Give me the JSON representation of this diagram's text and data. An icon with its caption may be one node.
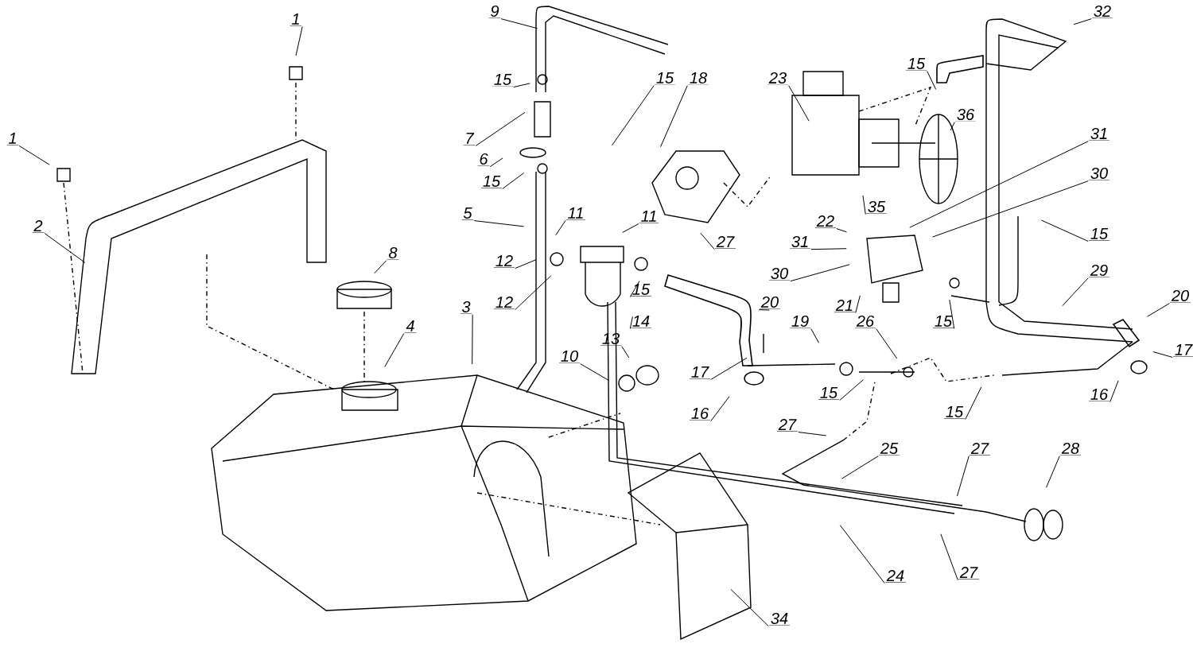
{
  "diagram": {
    "nodes": [
      {
        "text": [
          "1"
        ]
      },
      {
        "text": [
          "1"
        ]
      },
      {
        "text": [
          "2"
        ]
      },
      {
        "text": [
          "9"
        ]
      },
      {
        "text": [
          "15"
        ]
      },
      {
        "text": [
          "7"
        ]
      },
      {
        "text": [
          "6"
        ]
      },
      {
        "text": [
          "15"
        ]
      },
      {
        "text": [
          "5"
        ]
      },
      {
        "text": [
          "15"
        ]
      },
      {
        "text": [
          "18"
        ]
      },
      {
        "text": [
          "23"
        ]
      },
      {
        "text": [
          "15"
        ]
      },
      {
        "text": [
          "36"
        ]
      },
      {
        "text": [
          "32"
        ]
      },
      {
        "text": [
          "11"
        ]
      },
      {
        "text": [
          "11"
        ]
      },
      {
        "text": [
          "12"
        ]
      },
      {
        "text": [
          "12"
        ]
      },
      {
        "text": [
          "8"
        ]
      },
      {
        "text": [
          "3"
        ]
      },
      {
        "text": [
          "4"
        ]
      },
      {
        "text": [
          "35"
        ]
      },
      {
        "text": [
          "22"
        ]
      },
      {
        "text": [
          "31"
        ]
      },
      {
        "text": [
          "30"
        ]
      },
      {
        "text": [
          "31"
        ]
      },
      {
        "text": [
          "30"
        ]
      },
      {
        "text": [
          "15"
        ]
      },
      {
        "text": [
          "27"
        ]
      },
      {
        "text": [
          "15"
        ]
      },
      {
        "text": [
          "14"
        ]
      },
      {
        "text": [
          "21"
        ]
      },
      {
        "text": [
          "15"
        ]
      },
      {
        "text": [
          "29"
        ]
      },
      {
        "text": [
          "20"
        ]
      },
      {
        "text": [
          "19"
        ]
      },
      {
        "text": [
          "26"
        ]
      },
      {
        "text": [
          "20"
        ]
      },
      {
        "text": [
          "17"
        ]
      },
      {
        "text": [
          "16"
        ]
      },
      {
        "text": [
          "15"
        ]
      },
      {
        "text": [
          "15"
        ]
      },
      {
        "text": [
          "17"
        ]
      },
      {
        "text": [
          "16"
        ]
      },
      {
        "text": [
          "13"
        ]
      },
      {
        "text": [
          "10"
        ]
      },
      {
        "text": [
          "27"
        ]
      },
      {
        "text": [
          "25"
        ]
      },
      {
        "text": [
          "27"
        ]
      },
      {
        "text": [
          "28"
        ]
      },
      {
        "text": [
          "24"
        ]
      },
      {
        "text": [
          "27"
        ]
      },
      {
        "text": [
          "34"
        ]
      }
    ],
    "edges": [
      {
        "from": 0,
        "to": null,
        "arrow": "none"
      },
      {
        "from": 1,
        "to": null,
        "arrow": "none"
      },
      {
        "from": 2,
        "to": null,
        "arrow": "none"
      },
      {
        "from": 3,
        "to": null,
        "arrow": "none"
      },
      {
        "from": 4,
        "to": null,
        "arrow": "none"
      },
      {
        "from": 5,
        "to": null,
        "arrow": "none"
      },
      {
        "from": 6,
        "to": null,
        "arrow": "none"
      },
      {
        "from": 7,
        "to": null,
        "arrow": "none"
      },
      {
        "from": 8,
        "to": null,
        "arrow": "none"
      },
      {
        "from": 9,
        "to": null,
        "arrow": "none"
      },
      {
        "from": 10,
        "to": null,
        "arrow": "none"
      },
      {
        "from": 11,
        "to": null,
        "arrow": "none"
      },
      {
        "from": 12,
        "to": null,
        "arrow": "none"
      },
      {
        "from": 13,
        "to": null,
        "arrow": "none"
      },
      {
        "from": 14,
        "to": null,
        "arrow": "none"
      },
      {
        "from": 15,
        "to": null,
        "arrow": "none"
      },
      {
        "from": 16,
        "to": null,
        "arrow": "none"
      },
      {
        "from": 17,
        "to": null,
        "arrow": "none"
      },
      {
        "from": 18,
        "to": null,
        "arrow": "none"
      },
      {
        "from": 19,
        "to": null,
        "arrow": "none"
      },
      {
        "from": 20,
        "to": null,
        "arrow": "none"
      },
      {
        "from": 21,
        "to": null,
        "arrow": "none"
      },
      {
        "from": 22,
        "to": null,
        "arrow": "none"
      },
      {
        "from": 23,
        "to": null,
        "arrow": "none"
      },
      {
        "from": 24,
        "to": null,
        "arrow": "none"
      },
      {
        "from": 25,
        "to": null,
        "arrow": "none"
      },
      {
        "from": 26,
        "to": null,
        "arrow": "none"
      },
      {
        "from": 27,
        "to": null,
        "arrow": "none"
      },
      {
        "from": 28,
        "to": null,
        "arrow": "none"
      },
      {
        "from": 29,
        "to": null,
        "arrow": "none"
      },
      {
        "from": 30,
        "to": null,
        "arrow": "none"
      },
      {
        "from": 31,
        "to": null,
        "arrow": "none"
      },
      {
        "from": 32,
        "to": null,
        "arrow": "none"
      },
      {
        "from": 33,
        "to": null,
        "arrow": "none"
      },
      {
        "from": 34,
        "to": null,
        "arrow": "none"
      },
      {
        "from": 35,
        "to": null,
        "arrow": "none"
      },
      {
        "from": 36,
        "to": null,
        "arrow": "none"
      },
      {
        "from": 37,
        "to": null,
        "arrow": "none"
      },
      {
        "from": 38,
        "to": null,
        "arrow": "none"
      },
      {
        "from": 39,
        "to": null,
        "arrow": "none"
      },
      {
        "from": 40,
        "to": null,
        "arrow": "none"
      },
      {
        "from": 41,
        "to": null,
        "arrow": "none"
      },
      {
        "from": 42,
        "to": null,
        "arrow": "none"
      },
      {
        "from": 43,
        "to": null,
        "arrow": "none"
      },
      {
        "from": 44,
        "to": null,
        "arrow": "none"
      },
      {
        "from": 45,
        "to": null,
        "arrow": "none"
      },
      {
        "from": 46,
        "to": null,
        "arrow": "none"
      },
      {
        "from": 47,
        "to": null,
        "arrow": "none"
      },
      {
        "from": 48,
        "to": null,
        "arrow": "none"
      },
      {
        "from": 49,
        "to": null,
        "arrow": "none"
      },
      {
        "from": 50,
        "to": null,
        "arrow": "none"
      },
      {
        "from": 51,
        "to": null,
        "arrow": "none"
      },
      {
        "from": 52,
        "to": null,
        "arrow": "none"
      },
      {
        "from": 53,
        "to": null,
        "arrow": "none"
      }
    ]
  }
}
